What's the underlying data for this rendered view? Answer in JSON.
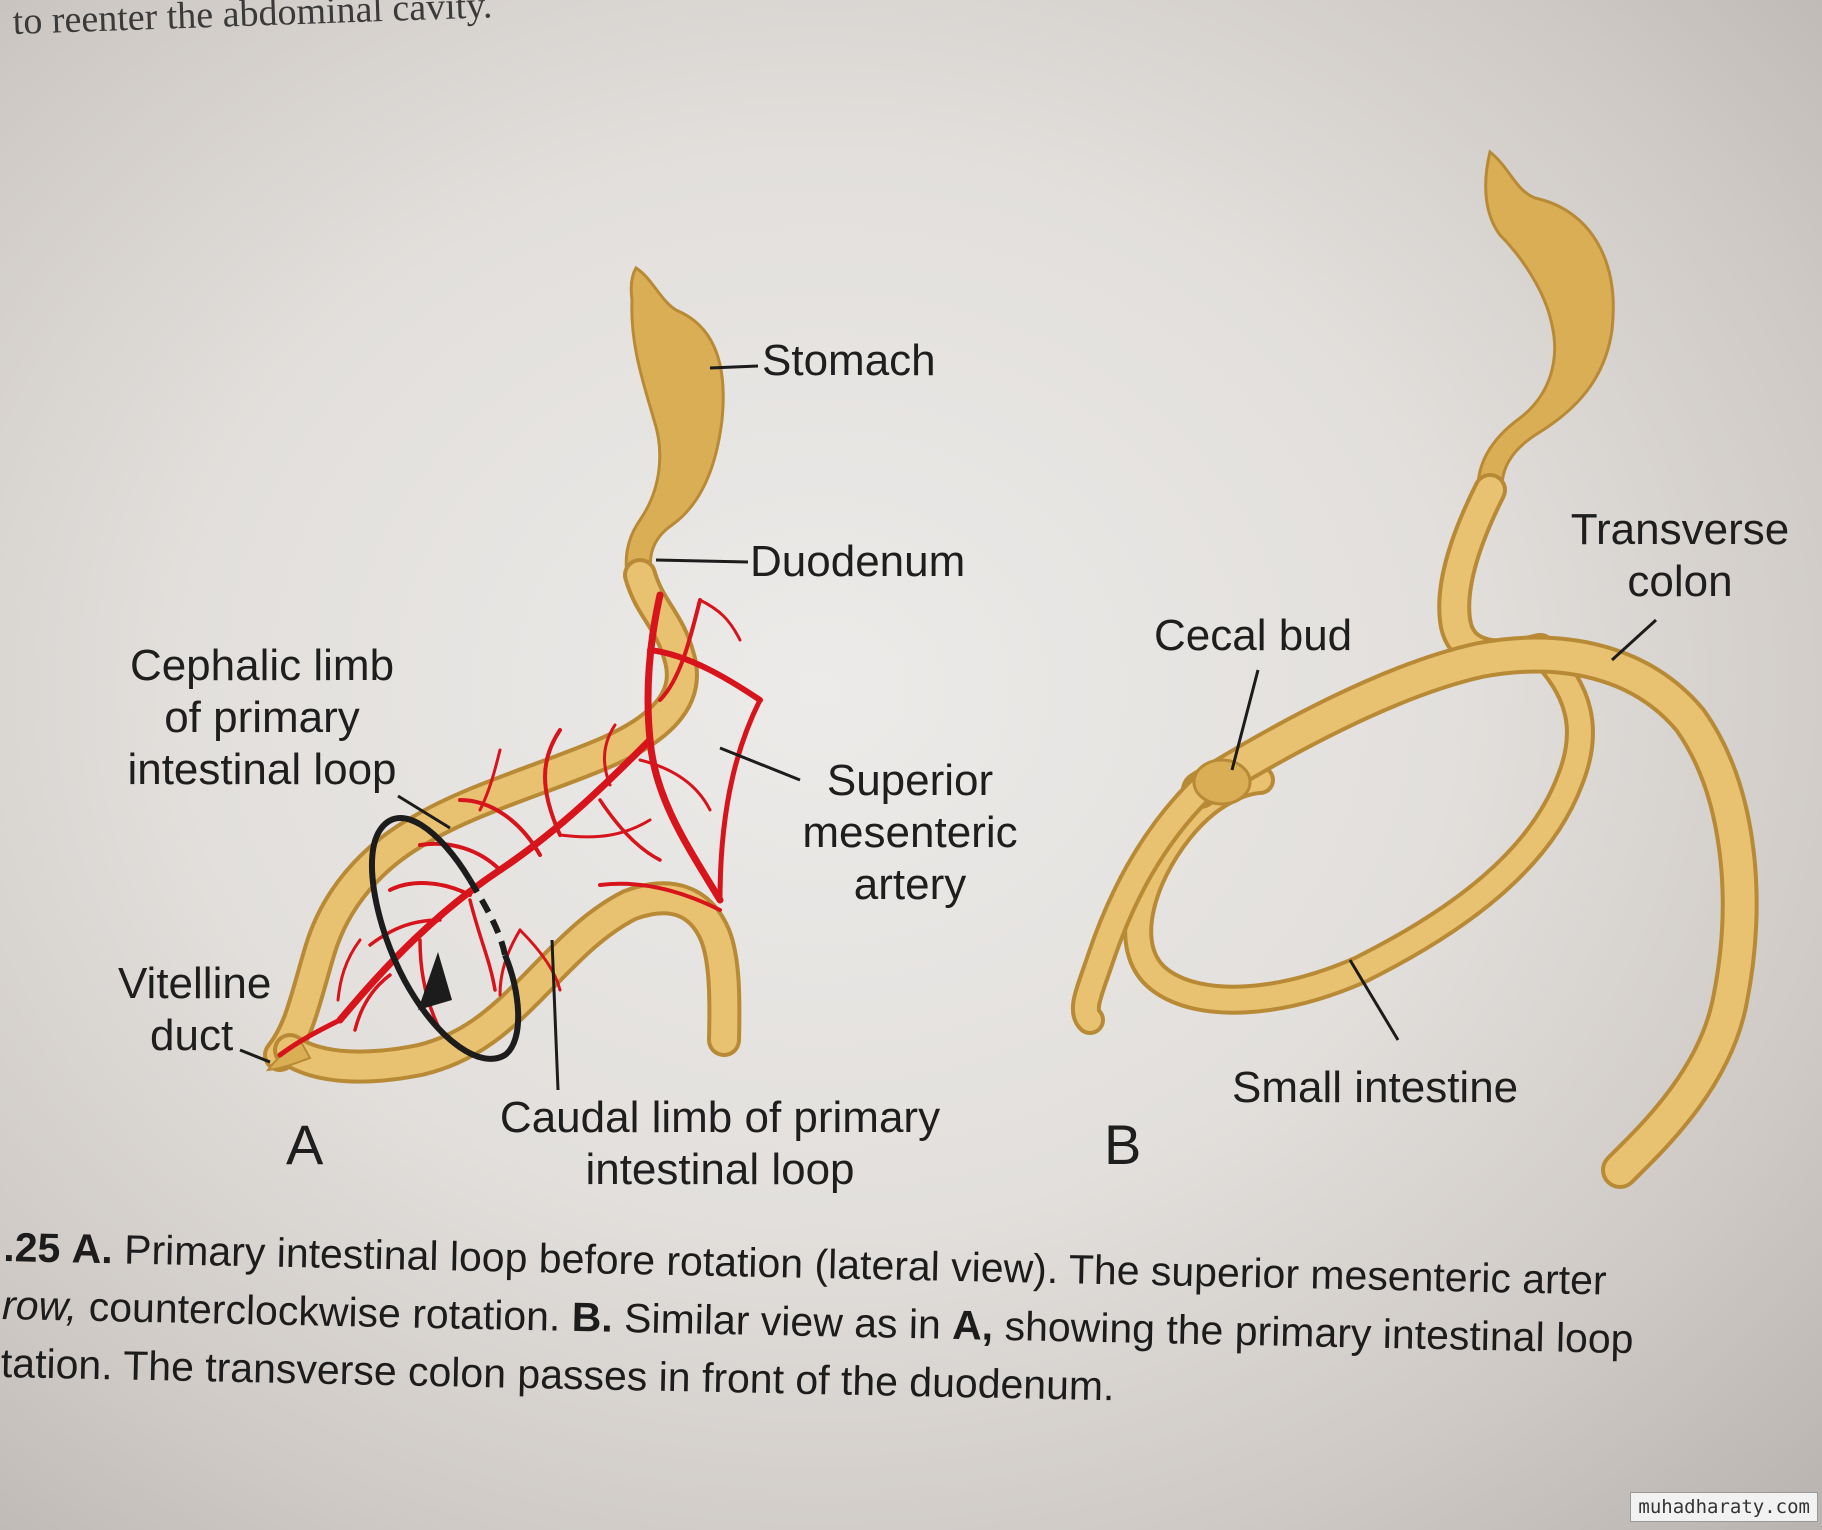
{
  "top_text": "to reenter the abdominal cavity.",
  "diagram": {
    "panel_a": {
      "letter": "A",
      "labels": {
        "stomach": "Stomach",
        "duodenum": "Duodenum",
        "cephalic_limb": [
          "Cephalic limb",
          "of primary",
          "intestinal loop"
        ],
        "superior_mesenteric_artery": [
          "Superior",
          "mesenteric",
          "artery"
        ],
        "vitelline_duct": [
          "Vitelline",
          "duct"
        ],
        "caudal_limb": [
          "Caudal limb of primary",
          "intestinal loop"
        ]
      }
    },
    "panel_b": {
      "letter": "B",
      "labels": {
        "transverse_colon": [
          "Transverse",
          "colon"
        ],
        "cecal_bud": "Cecal bud",
        "small_intestine": "Small intestine"
      }
    }
  },
  "caption": {
    "line1": {
      "fig": ".25",
      "a_label": "A.",
      "text": "Primary intestinal loop before rotation (lateral view). The superior mesenteric arter"
    },
    "line2": {
      "italic": "row,",
      "text1": "counterclockwise rotation.",
      "b_label": "B.",
      "text2": "Similar view as in",
      "a_ref": "A,",
      "text3": "showing the primary intestinal loop"
    },
    "line3": {
      "text": "tation. The transverse colon passes in front of the duodenum."
    }
  },
  "watermark": "muhadharaty.com",
  "colors": {
    "gut_fill": "#d9ae55",
    "gut_stroke": "#b88a35",
    "artery": "#d7141c",
    "label": "#1e1e1e"
  }
}
